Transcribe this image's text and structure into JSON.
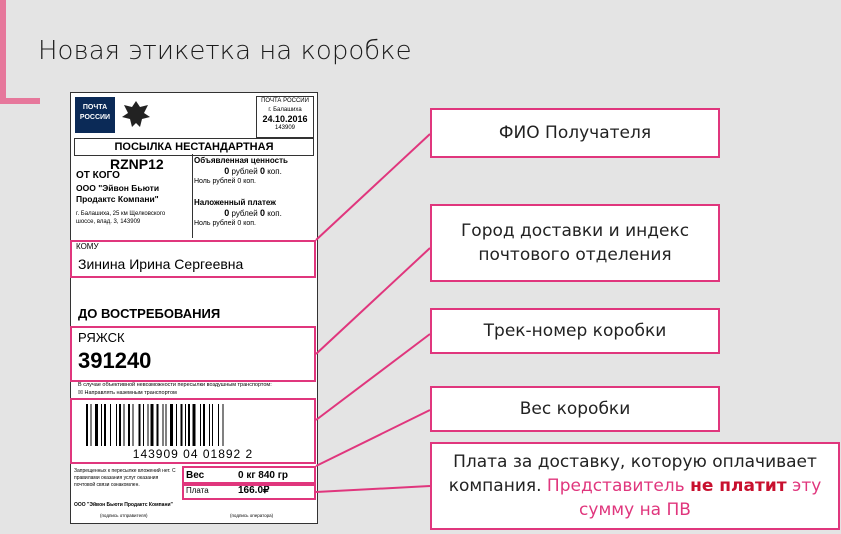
{
  "slide": {
    "title": "Новая этикетка на коробке"
  },
  "label": {
    "logo_text_1": "ПОЧТА",
    "logo_text_2": "РОССИИ",
    "stamp_line1": "ПОЧТА РОССИИ",
    "stamp_line2": "г. Балашиха",
    "stamp_date": "24.10.2016",
    "stamp_index": "143909",
    "parcel_type": "ПОСЫЛКА НЕСТАНДАРТНАЯ",
    "from_code": "RZNP12",
    "from_label": "ОТ КОГО",
    "sender": "ООО \"Эйвон Бьюти Продактс Компани\"",
    "sender_address": "г. Балашиха, 25 км Щелковского шоссе, влад. 3, 143909",
    "declared_value_title": "Объявленная ценность",
    "declared_value_amount_rub": "0",
    "declared_value_rub_label": "рублей",
    "declared_value_amount_kop": "0",
    "declared_value_kop_label": "коп.",
    "declared_value_words": "Ноль рублей 0 коп.",
    "cod_title": "Наложенный платеж",
    "cod_amount_rub": "0",
    "cod_rub_label": "рублей",
    "cod_amount_kop": "0",
    "cod_kop_label": "коп.",
    "cod_words": "Ноль рублей 0 коп.",
    "to_label": "КОМУ",
    "recipient_name": "Зинина Ирина Сергеевна",
    "post_type": "ДО ВОСТРЕБОВАНИЯ",
    "city": "РЯЖСК",
    "index": "391240",
    "note_1": "В случае объективной невозможности пересылки воздушным транспортом:",
    "note_2": "Направлять наземным транспортом",
    "tracking_number": "143909  04  01892  2",
    "footnote": "Запрещенных к пересылке вложений нет. С правилами оказания услуг оказания почтовой связи ознакомлен.",
    "weight_label": "Вес",
    "weight_value": "0 кг  840 гр",
    "price_label": "Плата",
    "price_value": "166.0₽",
    "company_footer": "ООО \"Эйвон Бьюти Продактс Компани\"",
    "signature_sender": "(подпись отправителя)",
    "signature_operator": "(подпись оператора)"
  },
  "callouts": {
    "recipient": "ФИО Получателя",
    "city_index": "Город доставки и индекс почтового отделения",
    "tracking": "Трек-номер коробки",
    "weight": "Вес коробки",
    "payment_part1": "Плата за доставку, которую оплачивает  компания.",
    "payment_part2": "Представитель",
    "payment_part3": "не платит",
    "payment_part4": "эту сумму на ПВ"
  },
  "colors": {
    "accent": "#e0367d",
    "slide_bar": "#e6779b",
    "background": "#e4e4e4"
  }
}
